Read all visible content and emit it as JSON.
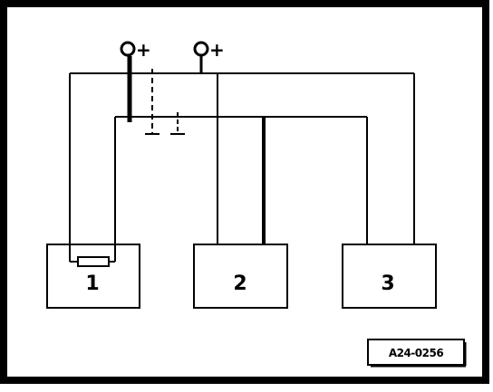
{
  "diagram": {
    "components": [
      {
        "id": "1",
        "label": "1"
      },
      {
        "id": "2",
        "label": "2"
      },
      {
        "id": "3",
        "label": "3"
      }
    ],
    "terminals": [
      {
        "symbol": "+"
      },
      {
        "symbol": "+"
      }
    ],
    "reference_code": "A24-0256"
  }
}
